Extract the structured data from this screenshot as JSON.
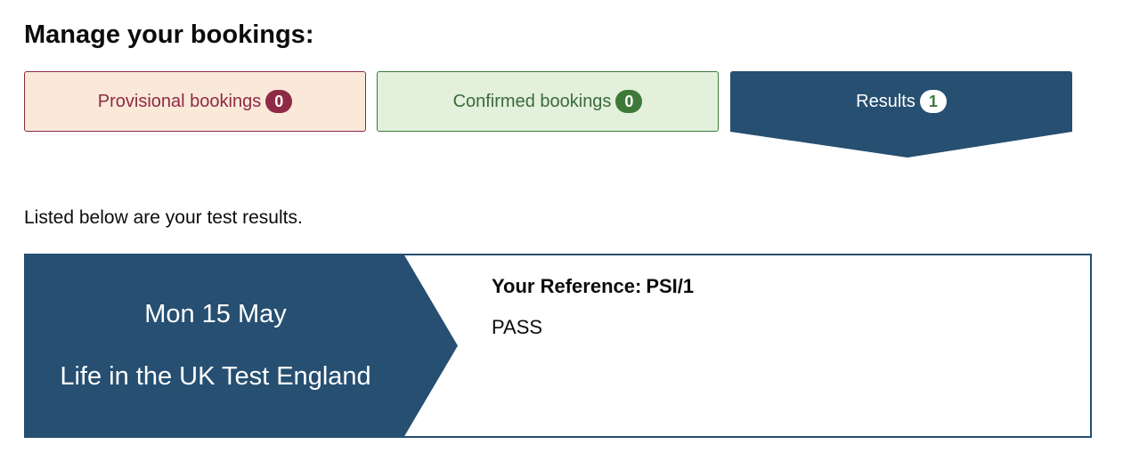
{
  "page": {
    "title": "Manage your bookings:",
    "intro": "Listed below are your test results."
  },
  "tabs": [
    {
      "label": "Provisional bookings",
      "count": "0"
    },
    {
      "label": "Confirmed bookings",
      "count": "0"
    },
    {
      "label": "Results",
      "count": "1",
      "active": true
    }
  ],
  "results": [
    {
      "date": "Mon 15 May",
      "test_name": "Life in the UK Test England",
      "reference_label": "Your Reference:",
      "reference_value": "PSI/1",
      "status": "PASS"
    }
  ],
  "colors": {
    "navy": "#264f71",
    "provisional_bg": "#fae8d9",
    "provisional_fg": "#8e2a44",
    "confirmed_bg": "#e2f0dc",
    "confirmed_fg": "#3d7a3a"
  }
}
